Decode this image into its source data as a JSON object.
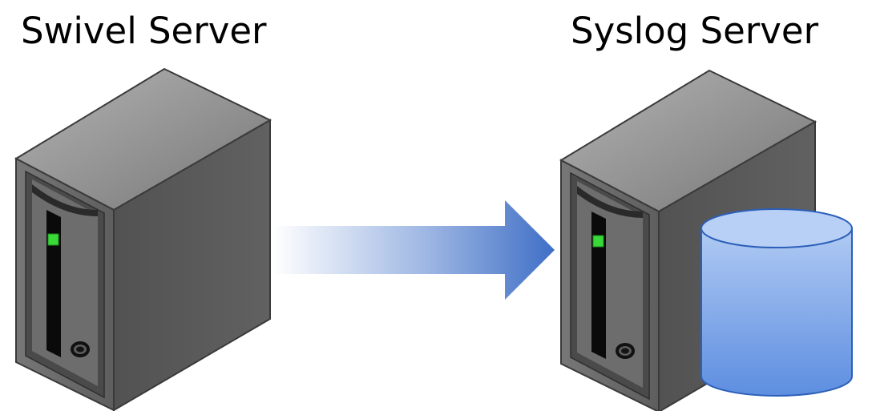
{
  "diagram": {
    "source_node": {
      "label": "Swivel Server",
      "icon": "server-tower-icon"
    },
    "target_node": {
      "label": "Syslog Server",
      "icon": "server-tower-icon",
      "attachment_icon": "database-cylinder-icon"
    },
    "connector": {
      "direction": "source-to-target",
      "icon": "arrow-right-icon",
      "color": "#4472c4"
    },
    "colors": {
      "server_body": "#5a5a5a",
      "status_light": "#39d939",
      "database_fill": "#8fb3ee"
    }
  }
}
